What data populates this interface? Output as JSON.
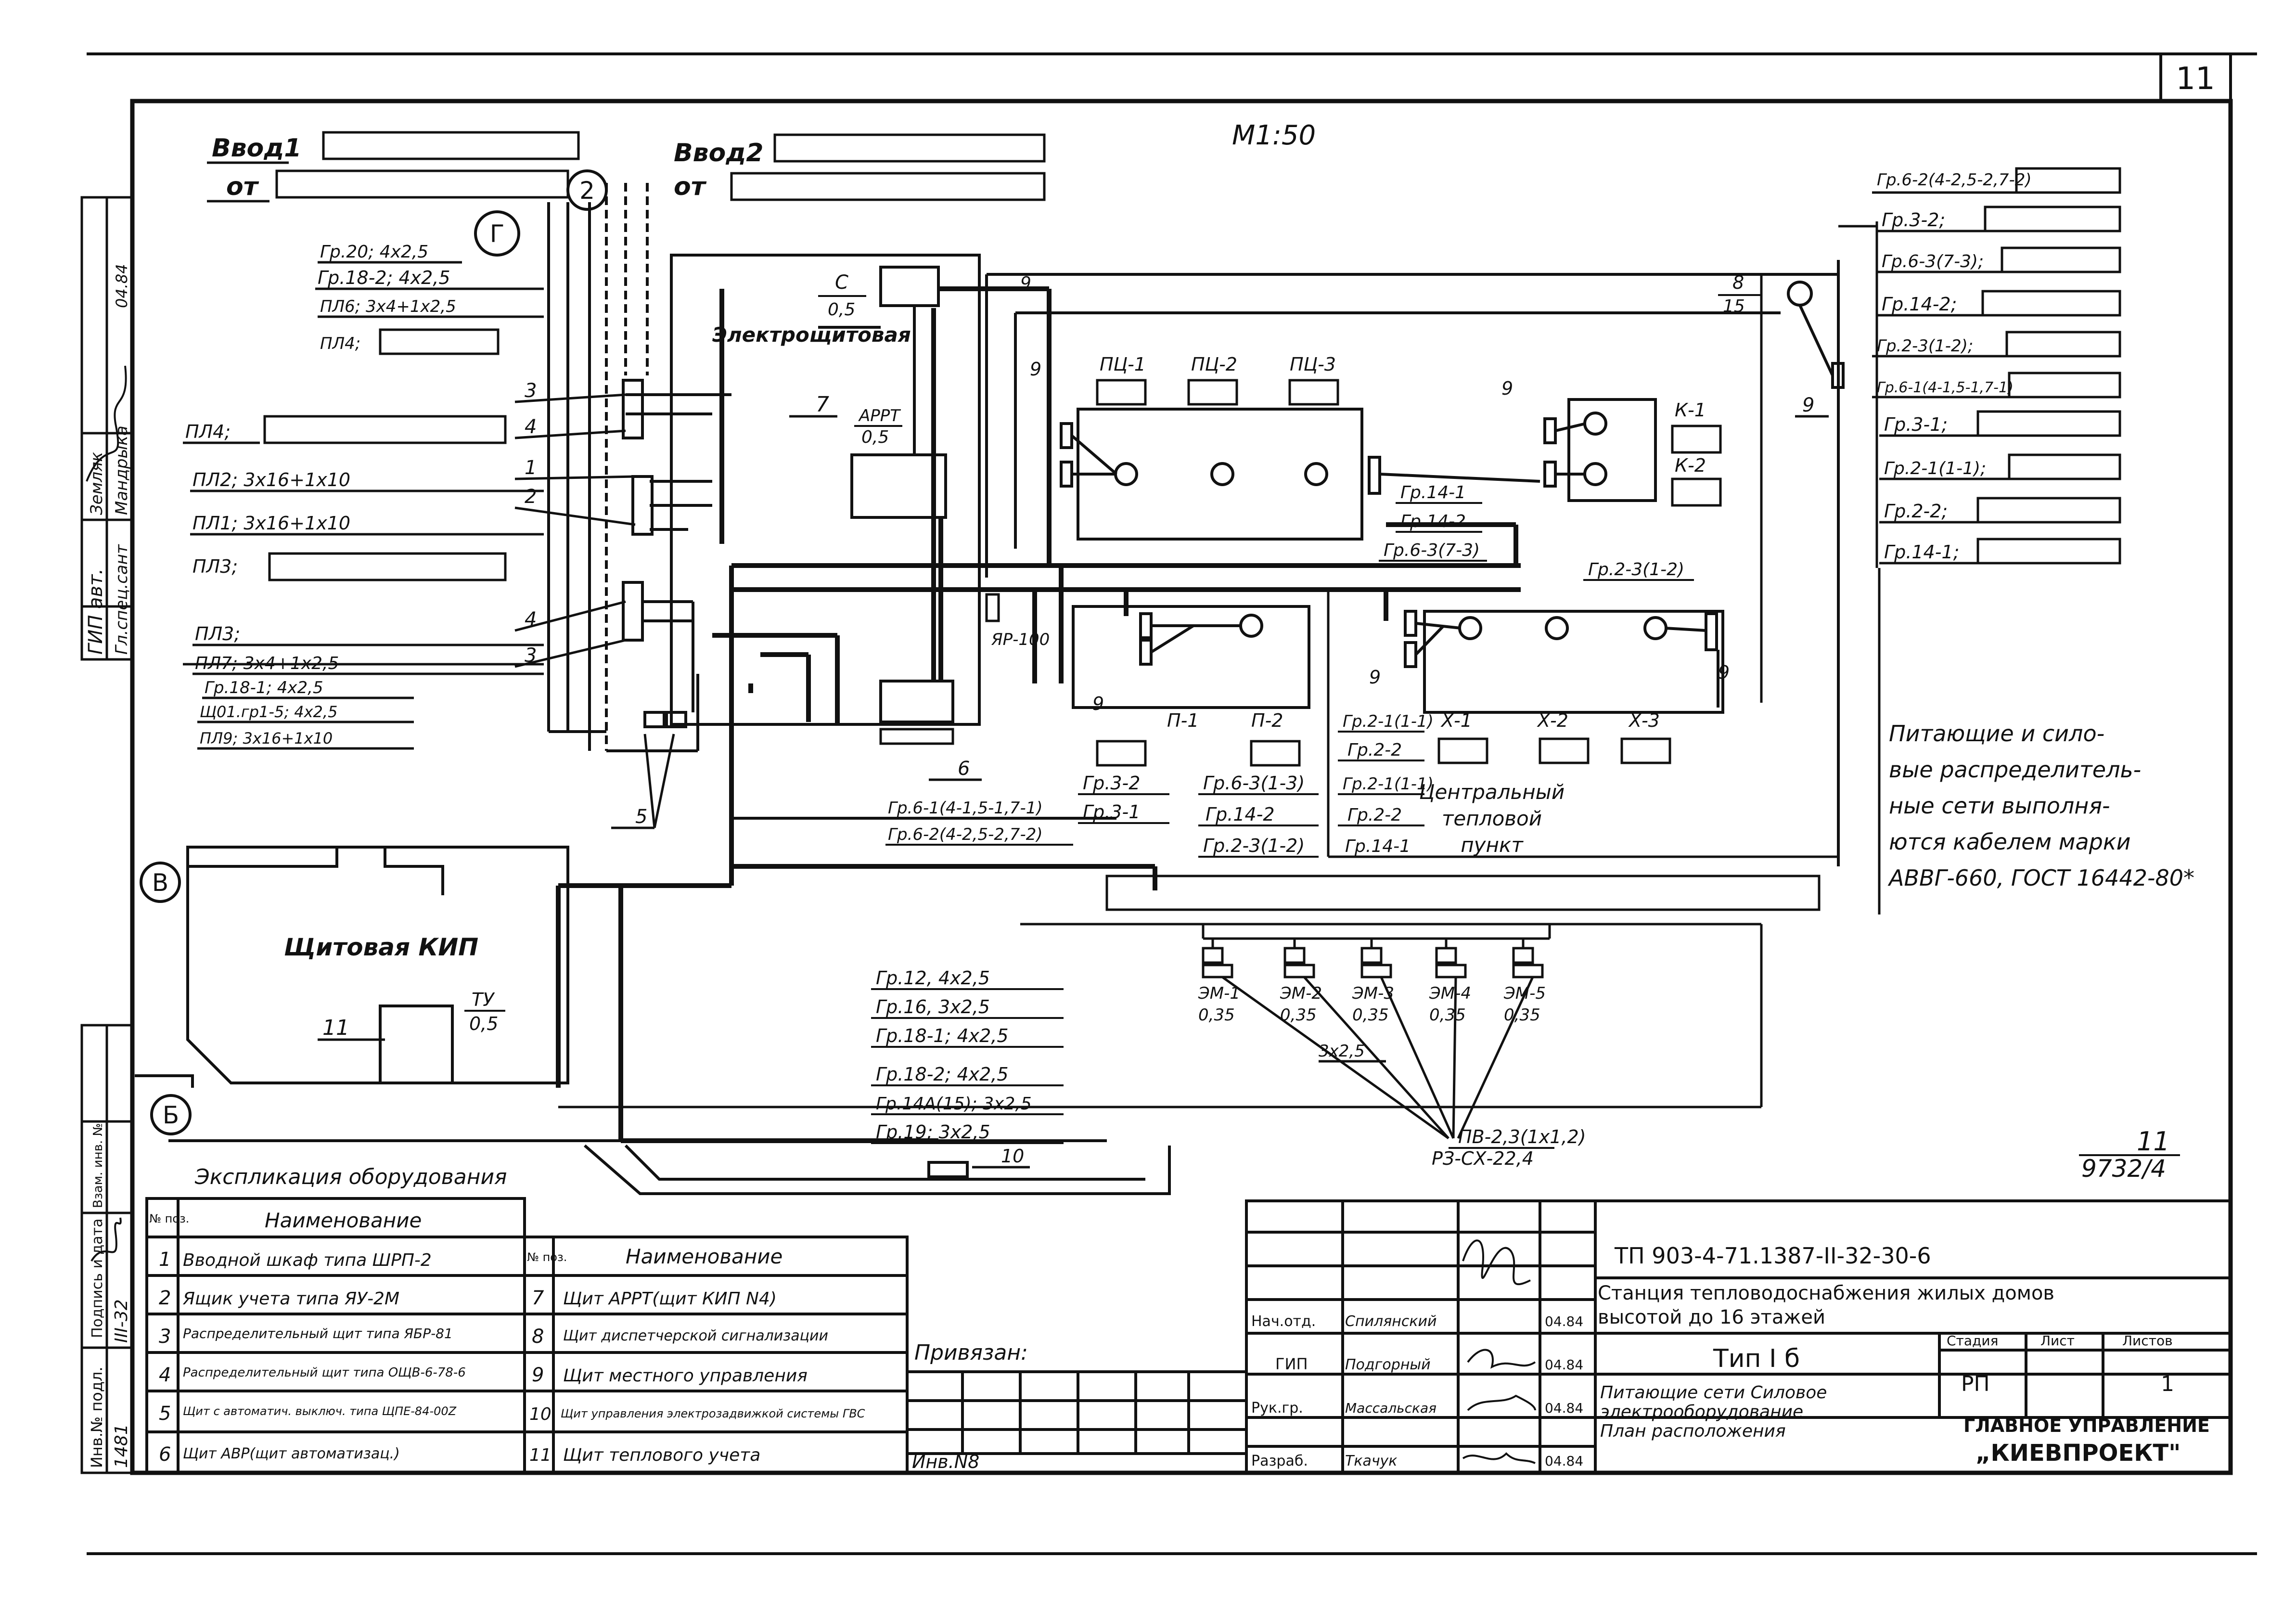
{
  "sheet_number": "11",
  "scale": "М1:50",
  "inputs": {
    "input1": "Ввод1",
    "input2": "Ввод2",
    "from1": "от",
    "from2": "от",
    "axis_g": "Г",
    "axis_2": "2",
    "axis_v": "В",
    "axis_b": "Б"
  },
  "left_groups": [
    "Гр.20;  4х2,5",
    "Гр.18-2; 4х2,5",
    "ПЛ6; 3х4+1х2,5",
    "ПЛ4;",
    "ПЛ4;",
    "ПЛ2; 3х16+1х10",
    "ПЛ1; 3х16+1х10",
    "ПЛ3;",
    "ПЛ3;",
    "ПЛ7;  3х4+1х2,5",
    "Гр.18-1; 4х2,5",
    "Щ01.гр1-5; 4х2,5",
    "ПЛ9; 3х16+1х10"
  ],
  "rooms": {
    "electro": "Электрощитовая",
    "kip": "Щитовая КИП",
    "ctp_line1": "Центральный",
    "ctp_line2": "тепловой",
    "ctp_line3": "пункт"
  },
  "labels": {
    "c_top": "С",
    "c_bottom": "0,5",
    "appt_top": "АРРТ",
    "appt_bottom": "0,5",
    "ty_top": "ТУ",
    "ty_bottom": "0,5",
    "ya_100": "ЯР-100",
    "eight_top": "8",
    "eight_bottom": "15",
    "pu1": "ПЦ-1",
    "pu2": "ПЦ-2",
    "pu3": "ПЦ-3",
    "k1": "К-1",
    "k2": "К-2",
    "p1": "П-1",
    "p2": "П-2",
    "x1": "Х-1",
    "x2": "Х-2",
    "x3": "Х-3",
    "n1": "1",
    "n2": "2",
    "n3a": "3",
    "n3b": "3",
    "n4a": "4",
    "n4b": "4",
    "n5": "5",
    "n6": "6",
    "n7": "7",
    "n9a": "9",
    "n9b": "9",
    "n9c": "9",
    "n9d": "9",
    "n9e": "9",
    "n9f": "9",
    "n10": "10",
    "n11": "11",
    "gr14_1a": "Гр.14-1",
    "gr14_2a": "Гр.14-2",
    "gr6_3_73": "Гр.6-3(7-3)",
    "gr2_3_12a": "Гр.2-3(1-2)",
    "gr3_2": "Гр.3-2",
    "gr3_1": "Гр.3-1",
    "gr6_3_13": "Гр.6-3(1-3)",
    "gr14_2b": "Гр.14-2",
    "gr2_3_12b": "Гр.2-3(1-2)",
    "gr2_1_11a": "Гр.2-1(1-1)",
    "gr2_2a": "Гр.2-2",
    "gr2_1_11b": "Гр.2-1(1-1)",
    "gr2_2b": "Гр.2-2",
    "gr14_1b": "Гр.14-1",
    "gr6_1": "Гр.6-1(4-1,5-1,7-1)",
    "gr6_2": "Гр.6-2(4-2,5-2,7-2)",
    "em1": "ЭМ-1",
    "em2": "ЭМ-2",
    "em3": "ЭМ-3",
    "em4": "ЭМ-4",
    "em5": "ЭМ-5",
    "em_val": "0,35",
    "cable3x25": "3х2,5",
    "pv_line1": "ПВ-2,3(1х1,2)",
    "pv_line2": "РЗ-СХ-22,4",
    "sheet_code": "11",
    "sheet_code2": "9732/4"
  },
  "bottom_groups": [
    "Гр.12, 4х2,5",
    "Гр.16, 3х2,5",
    "Гр.18-1; 4х2,5",
    "Гр.18-2; 4х2,5",
    "Гр.14А(15); 3х2,5",
    "Гр.19; 3х2,5"
  ],
  "right_groups": [
    "Гр.6-2(4-2,5-2,7-2)",
    "Гр.3-2;",
    "Гр.6-3(7-3);",
    "Гр.14-2;",
    "Гр.2-3(1-2);",
    "Гр.6-1(4-1,5-1,7-1)",
    "Гр.3-1;",
    "Гр.2-1(1-1);",
    "Гр.2-2;",
    "Гр.14-1;"
  ],
  "note": [
    "Питающие и сило-",
    "вые распределитель-",
    "ные сети выполня-",
    "ются кабелем марки",
    "АВВГ-660, ГОСТ 16442-80*"
  ],
  "explication": {
    "title": "Экспликация оборудования",
    "col_pos": "№ поз.",
    "col_name": "Наименование",
    "left": [
      {
        "pos": "1",
        "name": "Вводной шкаф типа ШРП-2"
      },
      {
        "pos": "2",
        "name": "Ящик учета типа ЯУ-2М"
      },
      {
        "pos": "3",
        "name": "Распределительный щит типа ЯБР-81"
      },
      {
        "pos": "4",
        "name": "Распределительный щит типа ОЩВ-6-78-6"
      },
      {
        "pos": "5",
        "name": "Щит с автоматич. выключ. типа ЩПЕ-84-00Z"
      },
      {
        "pos": "6",
        "name": "Щит АВР(щит автоматизац.)"
      }
    ],
    "right": [
      {
        "pos": "7",
        "name": "Щит АРРТ(щит КИП N4)"
      },
      {
        "pos": "8",
        "name": "Щит диспетчерской сигнализации"
      },
      {
        "pos": "9",
        "name": "Щит местного управления"
      },
      {
        "pos": "10",
        "name": "Щит управления электрозадвижкой системы ГВС"
      },
      {
        "pos": "11",
        "name": "Щит теплового учета"
      }
    ]
  },
  "stamp": {
    "code": "ТП 903-4-71.1387-II-32-30-6",
    "title_line1": "Станция тепловодоснабжения жилых домов",
    "title_line2": "высотой до 16 этажей",
    "type": "Тип I б",
    "stage_h": "Стадия",
    "sheet_h": "Лист",
    "sheets_h": "Листов",
    "stage": "РП",
    "sheets": "1",
    "desc_line1": "Питающие сети Силовое",
    "desc_line2": "электрооборудование",
    "desc_line3": "План расположения",
    "org_line1": "ГЛАВНОЕ УПРАВЛЕНИЕ",
    "org_line2": "„КИЕВПРОЕКТ\"",
    "privyazan": "Привязан:",
    "inv": "Инв.N8",
    "people": [
      {
        "role": "Нач.отд.",
        "name": "Спилянский",
        "date": "04.84"
      },
      {
        "role": "ГИП",
        "name": "Подгорный",
        "date": "04.84"
      },
      {
        "role": "Рук.гр.",
        "name": "Массальская",
        "date": "04.84"
      },
      {
        "role": "Разраб.",
        "name": "Ткачук",
        "date": "04.84"
      }
    ]
  },
  "side_stamp": {
    "gip": "ГИП авт.",
    "glspec": "Гл.спец.сант",
    "zemlyak": "Земляк",
    "mandr": "Мандрыка",
    "date": "04.84",
    "inv_podl": "Инв.№ подл.",
    "inv_val": "1481",
    "sign_date": "Подпись и дата",
    "vzam": "Взам. инв. №",
    "num_val": "III-32"
  }
}
